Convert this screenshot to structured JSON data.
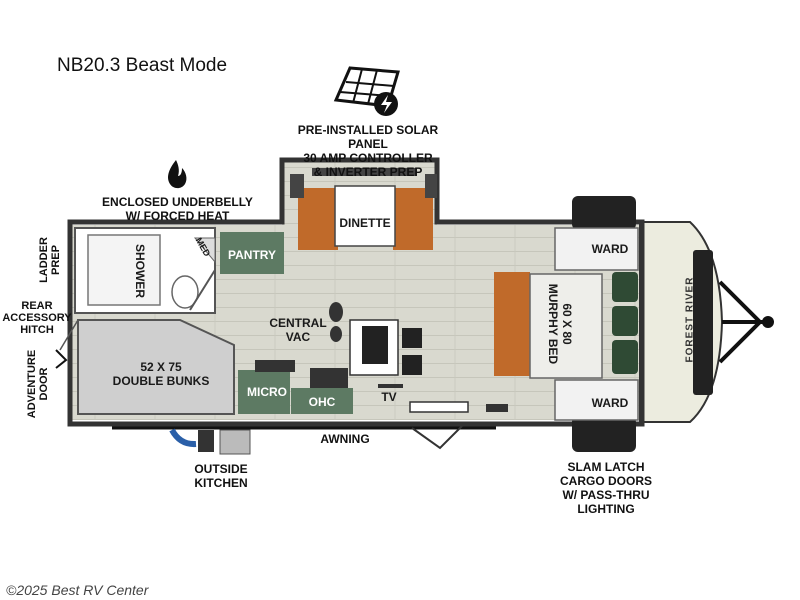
{
  "title": "NB20.3 Beast Mode",
  "callouts": {
    "solar": "PRE-INSTALLED SOLAR PANEL\n30 AMP CONTROLLER\n& INVERTER PREP",
    "underbelly": "ENCLOSED UNDERBELLY\nW/ FORCED HEAT",
    "ladder": "LADDER\nPREP",
    "hitch": "REAR\nACCESSORY\nHITCH",
    "adventure_door": "ADVENTURE\nDOOR",
    "outside_kitchen": "OUTSIDE\nKITCHEN",
    "awning": "AWNING",
    "cargo": "SLAM LATCH\nCARGO DOORS\nW/ PASS-THRU\nLIGHTING"
  },
  "rooms": {
    "shower": "SHOWER",
    "med": "MED",
    "pantry": "PANTRY",
    "dinette": "DINETTE",
    "central_vac": "CENTRAL\nVAC",
    "bunks": "52 X 75\nDOUBLE BUNKS",
    "micro": "MICRO",
    "ohc": "OHC",
    "tv": "TV",
    "murphy_bed": "60 X 80\nMURPHY BED",
    "ward_top": "WARD",
    "ward_bottom": "WARD",
    "brand": "FOREST RIVER"
  },
  "colors": {
    "wall": "#333333",
    "floor": "#d8d8d0",
    "cabinet_green": "#5d7a63",
    "dinette_orange": "#c06a2a",
    "bunk_gray": "#cfcfcf",
    "front_cap": "#ececdf",
    "chair_green": "#2f4a34"
  },
  "watermark": "©2025 Best RV Center"
}
